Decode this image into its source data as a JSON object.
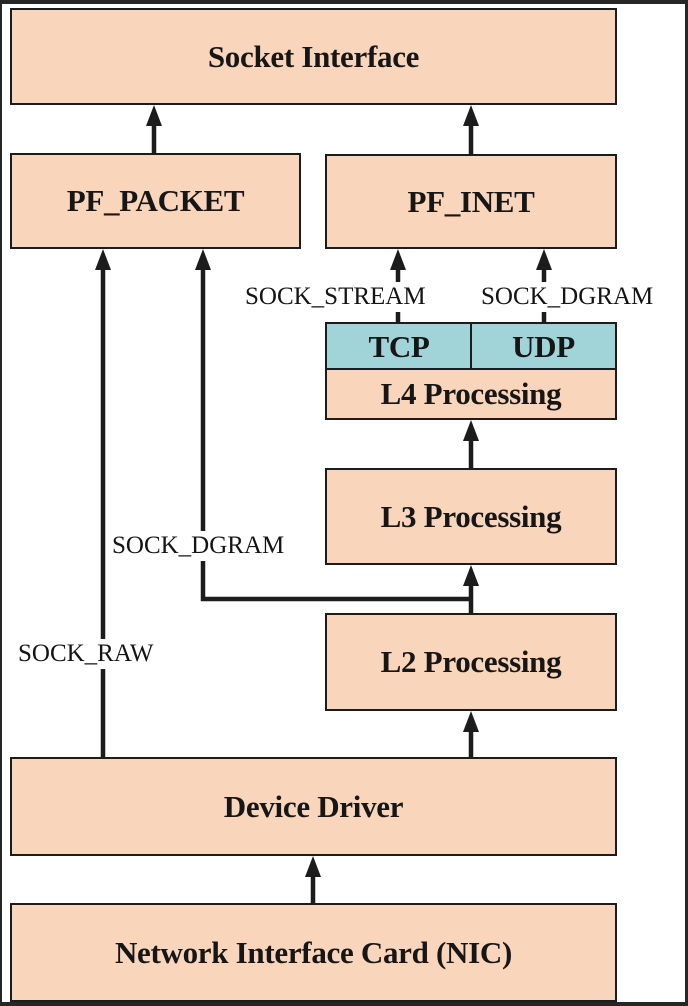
{
  "diagram": {
    "title": "Linux packet reception stack",
    "colors": {
      "box_fill": "#f9d5bc",
      "protocol_fill": "#a0d4d8",
      "stroke": "#1c1c1c",
      "frame": "#262626"
    },
    "boxes": {
      "socket_interface": "Socket Interface",
      "pf_packet": "PF_PACKET",
      "pf_inet": "PF_INET",
      "tcp": "TCP",
      "udp": "UDP",
      "l4": "L4 Processing",
      "l3": "L3 Processing",
      "l2": "L2 Processing",
      "device_driver": "Device Driver",
      "nic": "Network Interface Card (NIC)"
    },
    "edge_labels": {
      "sock_stream": "SOCK_STREAM",
      "sock_dgram_inet": "SOCK_DGRAM",
      "sock_dgram_packet": "SOCK_DGRAM",
      "sock_raw": "SOCK_RAW"
    },
    "edges": [
      {
        "from": "nic",
        "to": "device_driver"
      },
      {
        "from": "device_driver",
        "to": "l2"
      },
      {
        "from": "device_driver",
        "to": "pf_packet",
        "label": "SOCK_RAW"
      },
      {
        "from": "l2",
        "to": "l3"
      },
      {
        "from": "l2",
        "to": "pf_packet",
        "label": "SOCK_DGRAM"
      },
      {
        "from": "l3",
        "to": "l4"
      },
      {
        "from": "tcp",
        "to": "pf_inet",
        "label": "SOCK_STREAM"
      },
      {
        "from": "udp",
        "to": "pf_inet",
        "label": "SOCK_DGRAM"
      },
      {
        "from": "pf_packet",
        "to": "socket_interface"
      },
      {
        "from": "pf_inet",
        "to": "socket_interface"
      }
    ]
  }
}
